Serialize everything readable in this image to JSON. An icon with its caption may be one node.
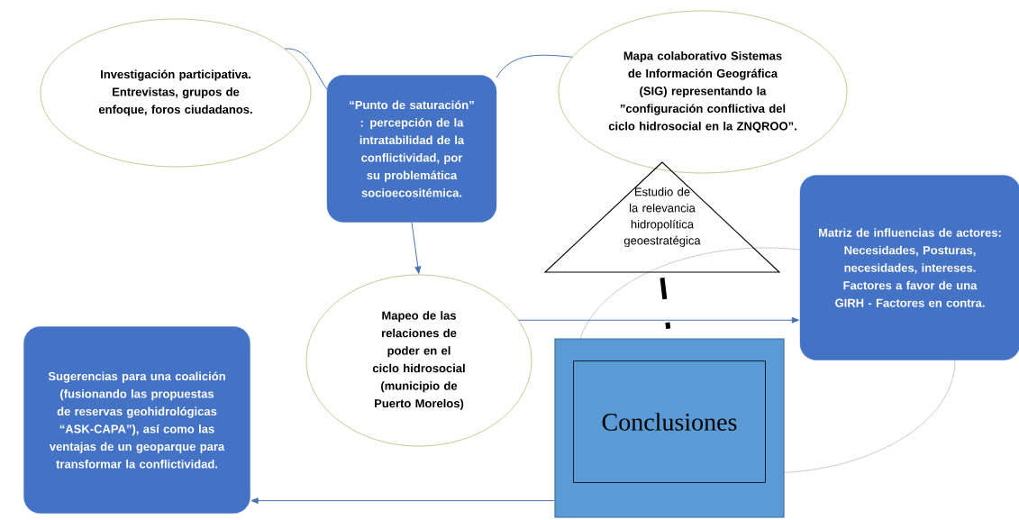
{
  "diagram": {
    "nodes": [
      {
        "text": [
          "Investigación participativa. Entrevistas, grupos de enfoque, foros ciudadanos."
        ]
      },
      {
        "text": [
          "“Punto de saturación” : percepción de la intratabilidad de la conflictividad, por su problemática socioecositémica."
        ]
      },
      {
        "text": [
          "Mapa colaborativo Sistemas de Información Geográfica (SIG) representando la ”configuración conflictiva del ciclo hidrosocial en la ZNQROO”."
        ]
      },
      {
        "text": [
          "Estudio de la relevancia hidropolítica geoestratégica"
        ]
      },
      {
        "text": [
          "Matriz de influencias de actores: Necesidades, Posturas, necesidades, intereses. Factores a favor de una GIRH - Factores en contra."
        ]
      },
      {
        "text": [
          "Mapeo de las relaciones de poder en el ciclo hidrosocial (municipio de Puerto Morelos)"
        ]
      },
      {
        "text": [
          "Sugerencias para una coalición (fusionando  las propuestas de reservas geohidrológicas “ASK-CAPA”), así como las ventajas de un geoparque para transformar la conflictividad."
        ]
      },
      {
        "text": [],
        "shape": "box"
      },
      {
        "text": [
          "Conclusiones"
        ],
        "in": 7
      }
    ],
    "edges": [
      {
        "from": 0,
        "to": 1,
        "arrow": "none"
      },
      {
        "from": 1,
        "to": 2,
        "arrow": "none"
      },
      {
        "from": 1,
        "to": 5,
        "arrow": "to"
      },
      {
        "from": 5,
        "to": 4,
        "arrow": "to"
      },
      {
        "from": 7,
        "to": 6,
        "arrow": "to"
      },
      {
        "from": 3,
        "to": 7,
        "arrow": "none",
        "style": "dashed",
        "color": "#000000"
      }
    ]
  }
}
